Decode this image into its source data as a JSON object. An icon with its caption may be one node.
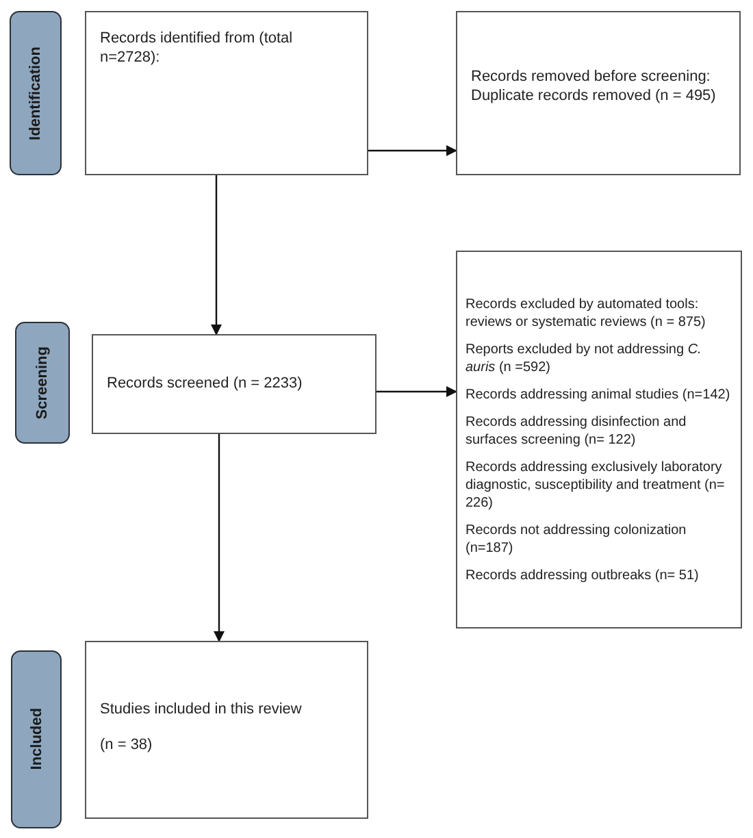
{
  "diagram": {
    "nodes": [
      {
        "text": [
          "Identification"
        ]
      },
      {
        "text": [
          "Records identified from (total n=2728):"
        ]
      },
      {
        "text": [
          "Records removed before screening: Duplicate records removed (n = 495)"
        ]
      },
      {
        "text": [
          "Screening"
        ]
      },
      {
        "text": [
          "Records screened (n = 2233)"
        ]
      },
      {
        "text": [
          "Records excluded by automated tools: reviews or systematic reviews (n = 875)",
          "Reports excluded by not addressing *C. auris* (n =592)",
          "Records addressing animal studies (n=142)",
          "Records addressing disinfection and surfaces screening (n= 122)",
          "Records addressing exclusively laboratory diagnostic, susceptibility and treatment (n= 226)",
          "Records not addressing colonization (n=187)",
          "Records addressing outbreaks (n= 51)"
        ]
      },
      {
        "text": [
          "Included"
        ]
      },
      {
        "text": [
          "Studies included in this review",
          "(n = 38)"
        ]
      }
    ],
    "edges": [
      {
        "from": 1,
        "to": 2,
        "arrow": "to"
      },
      {
        "from": 1,
        "to": 4,
        "arrow": "to"
      },
      {
        "from": 4,
        "to": 5,
        "arrow": "to"
      },
      {
        "from": 4,
        "to": 7,
        "arrow": "to"
      }
    ]
  }
}
